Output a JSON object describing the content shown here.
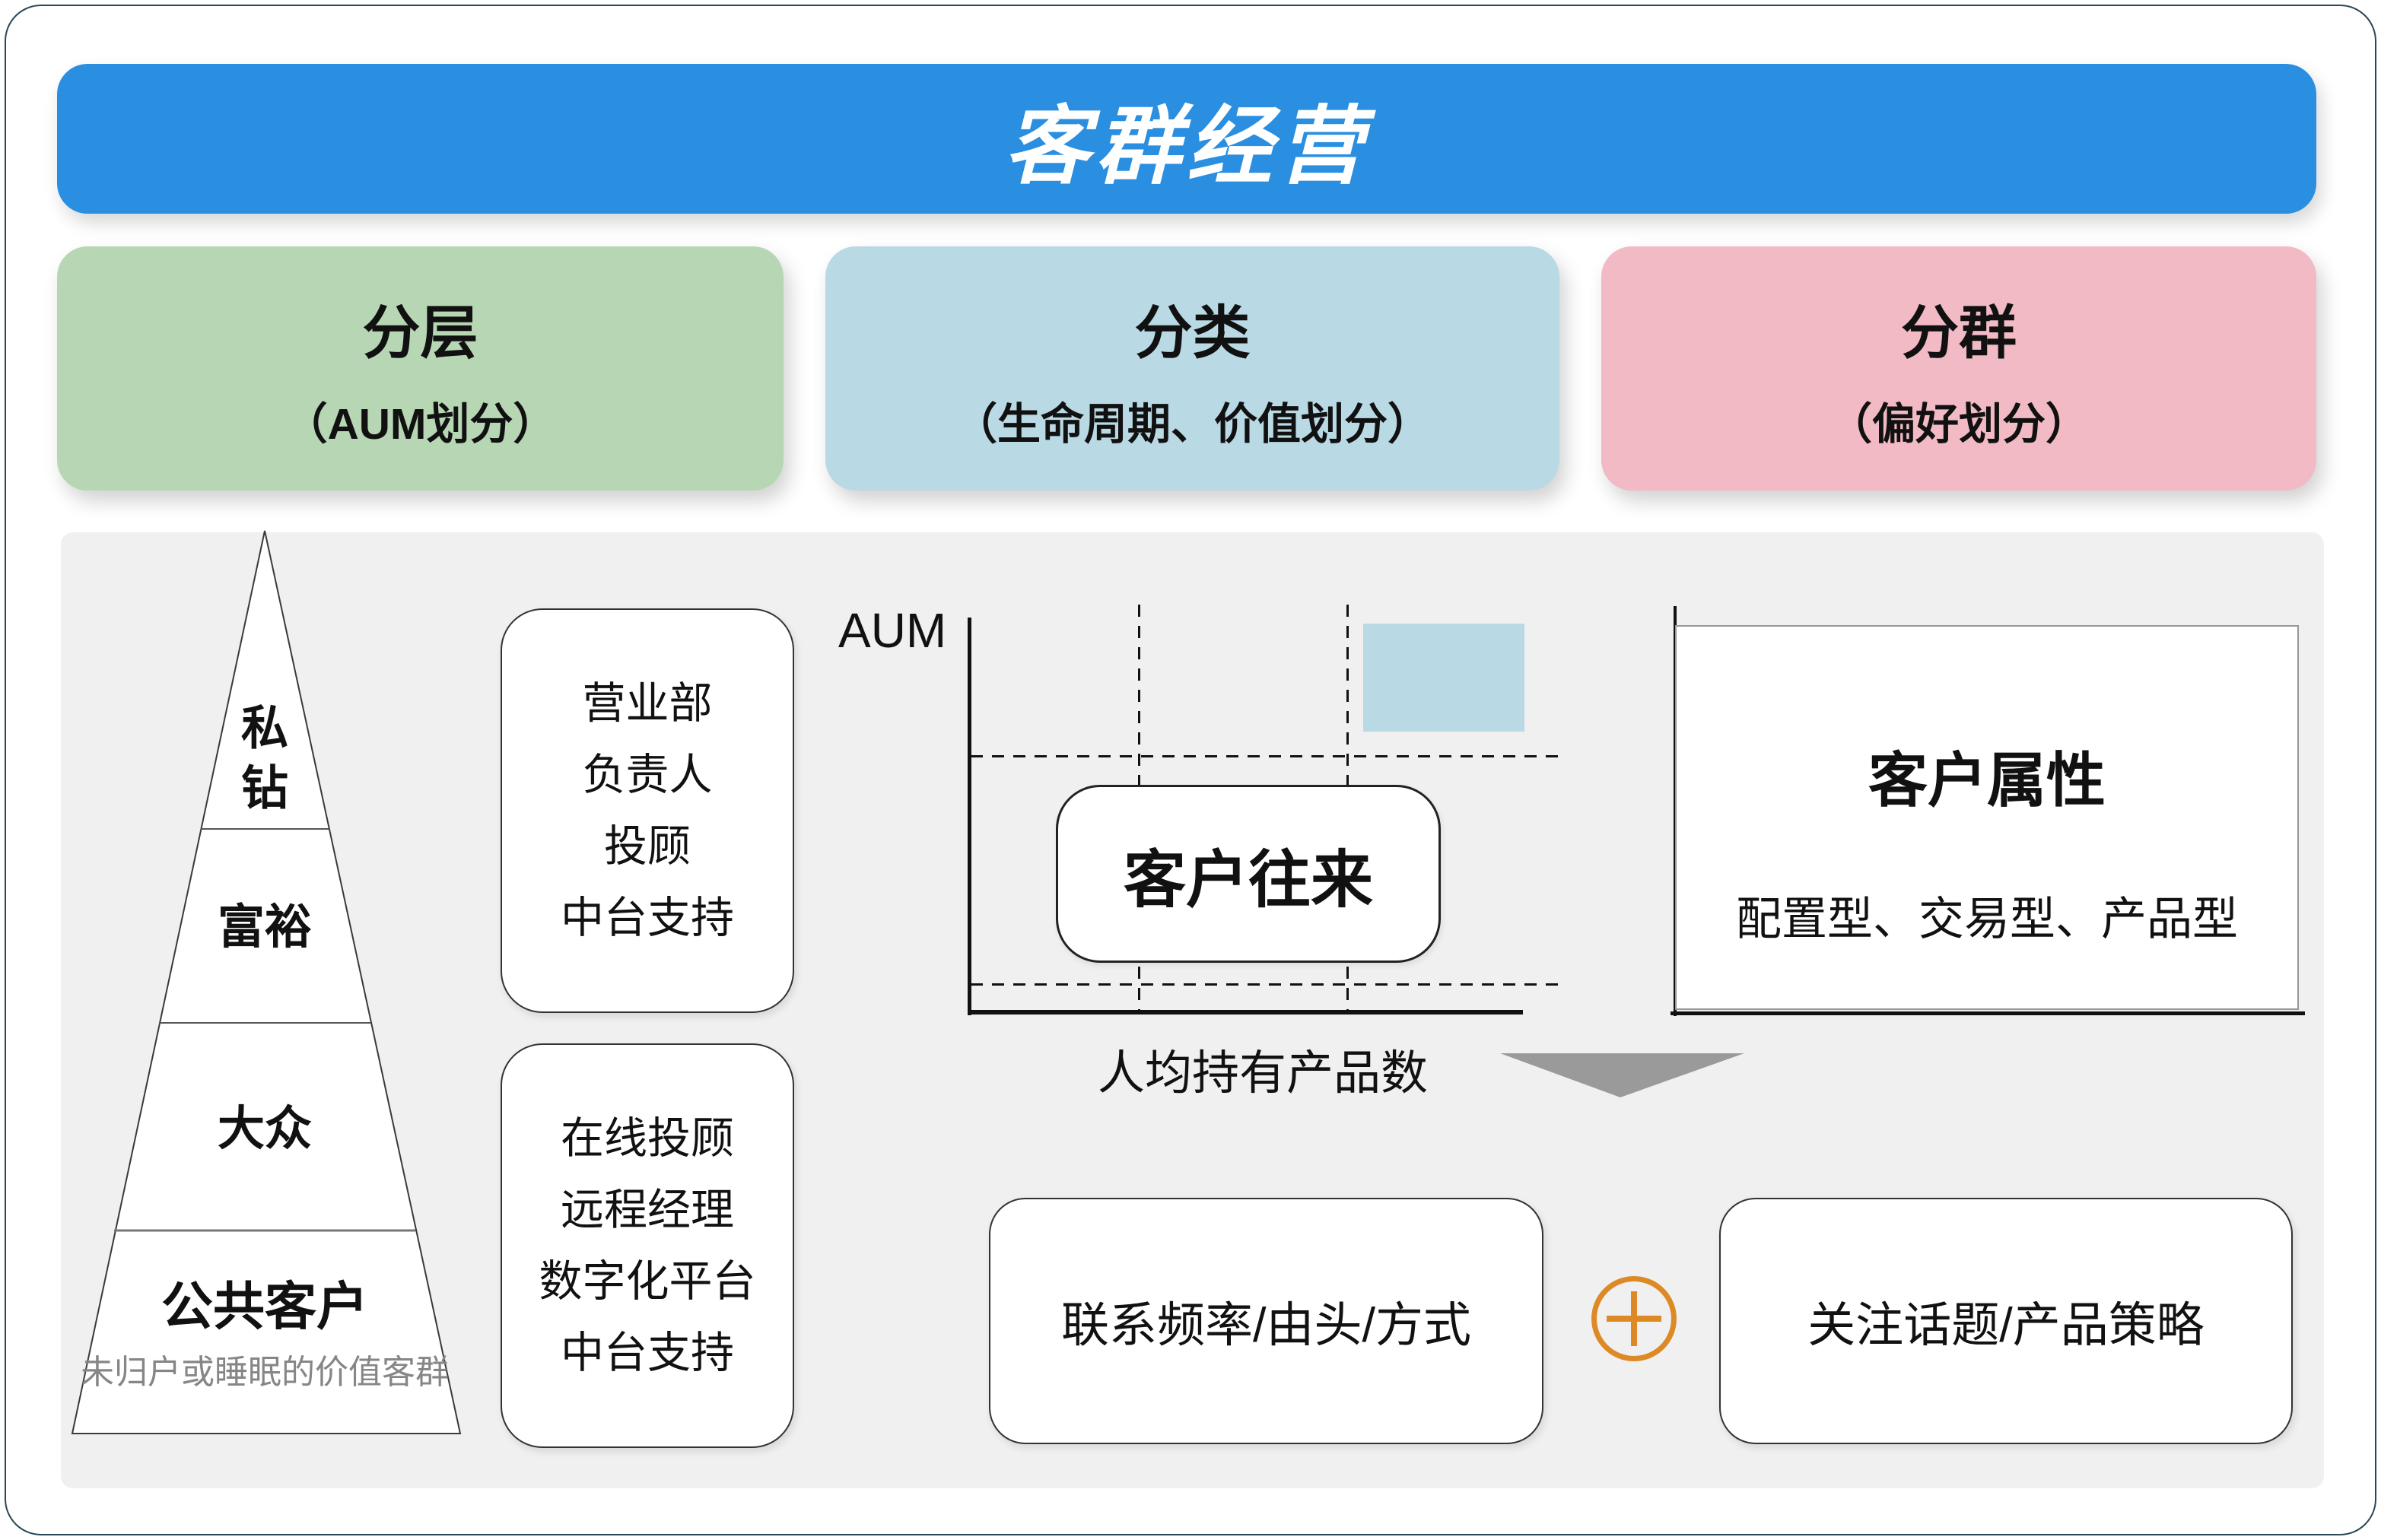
{
  "header": {
    "title": "客群经营"
  },
  "categories": [
    {
      "title": "分层",
      "subtitle": "（AUM划分）",
      "bg": "#b7d7b4"
    },
    {
      "title": "分类",
      "subtitle": "（生命周期、价值划分）",
      "bg": "#b9d9e4"
    },
    {
      "title": "分群",
      "subtitle": "（偏好划分）",
      "bg": "#f2bac4"
    }
  ],
  "pyramid": {
    "levels": [
      "私钻",
      "富裕",
      "大众",
      "公共客户"
    ],
    "note": "未归户或睡眠的价值客群"
  },
  "service_boxes": [
    {
      "lines": [
        "营业部",
        "负责人",
        "投顾",
        "中台支持"
      ]
    },
    {
      "lines": [
        "在线投顾",
        "远程经理",
        "数字化平台",
        "中台支持"
      ]
    }
  ],
  "matrix_chart": {
    "y_axis_label": "AUM",
    "x_axis_label": "人均持有产品数",
    "center_label": "客户往来",
    "highlight_color": "#b9d9e4"
  },
  "attribute_panel": {
    "title": "客户属性",
    "subtitle": "配置型、交易型、产品型"
  },
  "strategy_row": {
    "left_label": "联系频率/由头/方式",
    "right_label": "关注话题/产品策略"
  },
  "colors": {
    "header_bg": "#2a8fe0",
    "panel_bg": "#f0f0f0",
    "arrow_gray": "#9a9a9a",
    "plus_orange": "#dd8a26"
  }
}
